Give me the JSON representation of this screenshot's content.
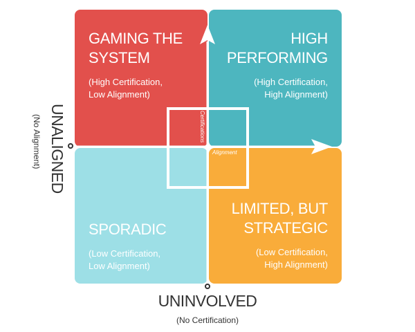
{
  "colors": {
    "red": "#e2504c",
    "teal": "#4db6bf",
    "light_blue": "#9ddfe6",
    "orange": "#f9ac3a"
  },
  "quadrants": {
    "top_left": {
      "title1": "GAMING THE",
      "title2": "SYSTEM",
      "sub1": "(High Certification,",
      "sub2": "Low Alignment)"
    },
    "top_right": {
      "title1": "HIGH",
      "title2": "PERFORMING",
      "sub1": "(High Certification,",
      "sub2": "High Alignment)"
    },
    "bottom_left": {
      "title1": "SPORADIC",
      "sub1": "(Low Certification,",
      "sub2": "Low Alignment)"
    },
    "bottom_right": {
      "title1": "LIMITED, BUT",
      "title2": "STRATEGIC",
      "sub1": "(Low Certification,",
      "sub2": "High Alignment)"
    }
  },
  "axes": {
    "vertical_label": "Certifications",
    "horizontal_label": "Alignment"
  },
  "left_label": {
    "title": "UNALIGNED",
    "sub": "(No Alignment)"
  },
  "bottom_label": {
    "title": "UNINVOLVED",
    "sub": "(No Certification)"
  }
}
